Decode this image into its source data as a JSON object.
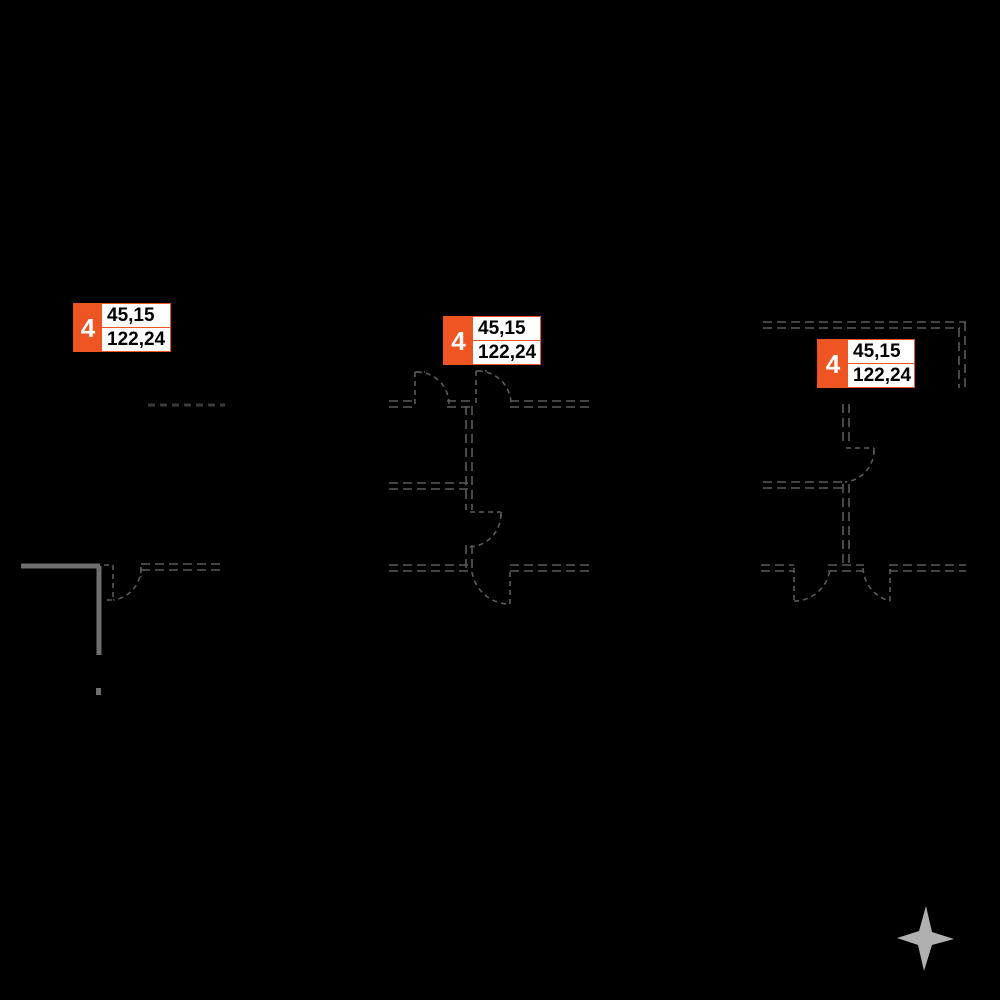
{
  "drawing": {
    "background_color": "#000000",
    "line_color": "#5a5a5a",
    "solid_wall_color": "#6e6e6e",
    "accent_color": "#ef5523",
    "label_bg_color": "#ffffff",
    "label_text_color": "#000000",
    "north_arrow_color": "#b0b0b0"
  },
  "tags": [
    {
      "id": "tag-1",
      "number": "4",
      "value_top": "45,15",
      "value_bottom": "122,24"
    },
    {
      "id": "tag-2",
      "number": "4",
      "value_top": "45,15",
      "value_bottom": "122,24"
    },
    {
      "id": "tag-3",
      "number": "4",
      "value_top": "45,15",
      "value_bottom": "122,24"
    }
  ],
  "panels": [
    {
      "name": "left-detail",
      "description": "Single door detail with solid wall corner and swing arc"
    },
    {
      "name": "center-detail",
      "description": "Double door detail with cross wall and three swing arcs"
    },
    {
      "name": "right-detail",
      "description": "Corner wall detail with opposed double swing arcs"
    }
  ],
  "north_arrow": {
    "name": "north-arrow",
    "label": ""
  }
}
